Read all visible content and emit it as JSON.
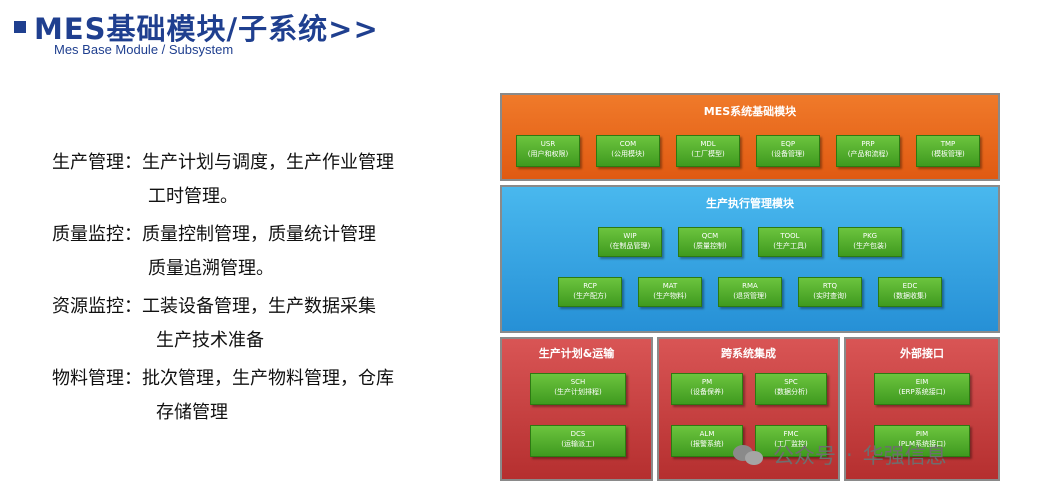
{
  "header": {
    "title": "MES基础模块/子系统>>",
    "subtitle": "Mes Base Module / Subsystem"
  },
  "descriptions": [
    {
      "label": "生产管理：",
      "text": "生产计划与调度，生产作业管理",
      "cont": "工时管理。"
    },
    {
      "label": "质量监控：",
      "text": "质量控制管理，质量统计管理",
      "cont": "质量追溯管理。"
    },
    {
      "label": "资源监控：",
      "text": "工装设备管理，生产数据采集",
      "cont": "生产技术准备"
    },
    {
      "label": "物料管理：",
      "text": "批次管理，生产物料管理，仓库",
      "cont": "存储管理"
    }
  ],
  "diagram": {
    "base": {
      "title": "MES系统基础模块",
      "modules": [
        {
          "code": "USR",
          "name": "(用户和权限)"
        },
        {
          "code": "COM",
          "name": "(公用模块)"
        },
        {
          "code": "MDL",
          "name": "(工厂模型)"
        },
        {
          "code": "EQP",
          "name": "(设备管理)"
        },
        {
          "code": "PRP",
          "name": "(产品和流程)"
        },
        {
          "code": "TMP",
          "name": "(模板管理)"
        }
      ]
    },
    "execution": {
      "title": "生产执行管理模块",
      "row1": [
        {
          "code": "WIP",
          "name": "(在制品管理)"
        },
        {
          "code": "QCM",
          "name": "(质量控制)"
        },
        {
          "code": "TOOL",
          "name": "(生产工具)"
        },
        {
          "code": "PKG",
          "name": "(生产包装)"
        }
      ],
      "row2": [
        {
          "code": "RCP",
          "name": "(生产配方)"
        },
        {
          "code": "MAT",
          "name": "(生产物料)"
        },
        {
          "code": "RMA",
          "name": "(退货管理)"
        },
        {
          "code": "RTQ",
          "name": "(实时查询)"
        },
        {
          "code": "EDC",
          "name": "(数据收集)"
        }
      ]
    },
    "planning": {
      "title": "生产计划&运输",
      "modules": [
        {
          "code": "SCH",
          "name": "(生产计划排程)"
        },
        {
          "code": "DCS",
          "name": "(运输派工)"
        }
      ]
    },
    "integration": {
      "title": "跨系统集成",
      "modules": [
        {
          "code": "PM",
          "name": "(设备保养)"
        },
        {
          "code": "SPC",
          "name": "(数据分析)"
        },
        {
          "code": "ALM",
          "name": "(报警系统)"
        },
        {
          "code": "FMC",
          "name": "(工厂监控)"
        }
      ]
    },
    "external": {
      "title": "外部接口",
      "modules": [
        {
          "code": "EIM",
          "name": "(ERP系统接口)"
        },
        {
          "code": "PIM",
          "name": "(PLM系统接口)"
        }
      ]
    }
  },
  "watermark": {
    "left": "公众号",
    "separator": "·",
    "right": "华强信息"
  }
}
